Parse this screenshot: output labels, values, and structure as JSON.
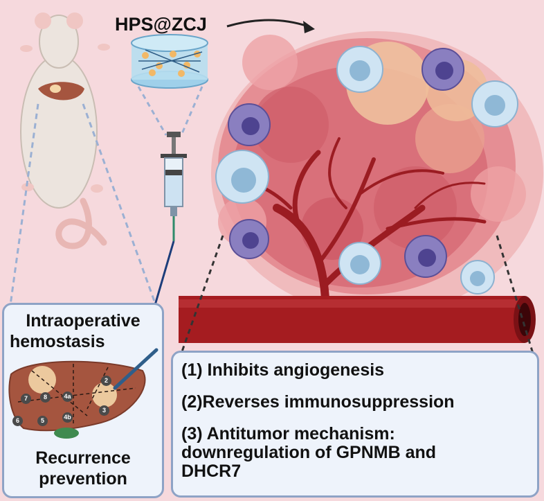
{
  "drug_label": "HPS@ZCJ",
  "left_panel": {
    "top_line1": "Intraoperative",
    "top_line2": "hemostasis",
    "bottom_line1": "Recurrence",
    "bottom_line2": "prevention",
    "liver_segments": [
      "2",
      "3",
      "4a",
      "4b",
      "5",
      "6",
      "7",
      "8"
    ]
  },
  "mechanisms": {
    "item1": "(1) Inhibits angiogenesis",
    "item2": "(2)Reverses immunosuppression",
    "item3_line1": "(3) Antitumor mechanism:",
    "item3_line2": "downregulation of GPNMB and",
    "item3_line3": "DHCR7"
  },
  "colors": {
    "background": "#f6d9dd",
    "panel_fill": "#eef3fb",
    "panel_border": "#8ea3c6",
    "vessel": "#a51c20",
    "tumor": "#d9707a",
    "immune_cell_purple": "#8a7fc0",
    "immune_cell_blue": "#cfe4f3",
    "liver": "#a5553f"
  }
}
